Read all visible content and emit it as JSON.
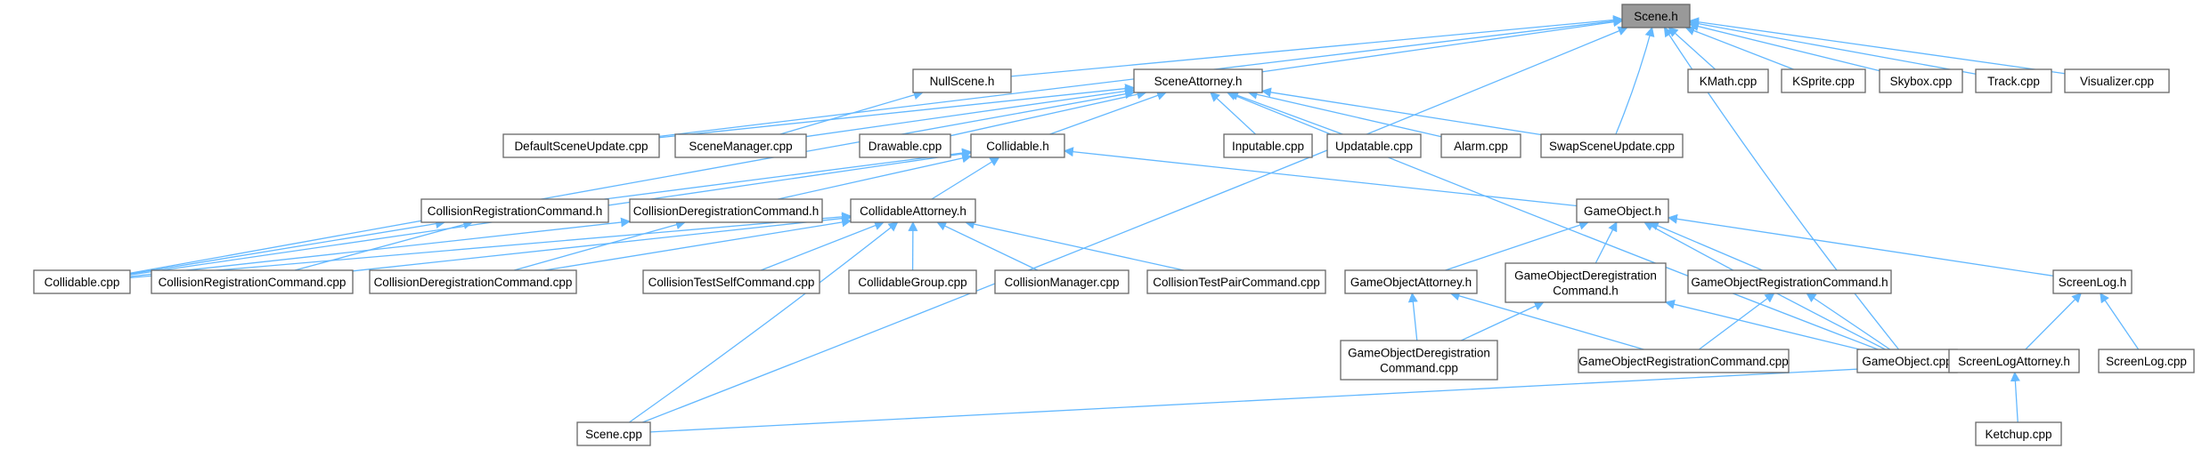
{
  "diagram": {
    "type": "include-dependency-graph",
    "root": "scene_h",
    "colors": {
      "edge": "#63b8ff",
      "node_border": "#666666",
      "root_fill": "#999999",
      "node_fill": "#ffffff"
    },
    "nodes": [
      {
        "id": "scene_h",
        "lines": [
          "Scene.h"
        ]
      },
      {
        "id": "nullscene_h",
        "lines": [
          "NullScene.h"
        ]
      },
      {
        "id": "sceneattorney_h",
        "lines": [
          "SceneAttorney.h"
        ]
      },
      {
        "id": "kmath_cpp",
        "lines": [
          "KMath.cpp"
        ]
      },
      {
        "id": "ksprite_cpp",
        "lines": [
          "KSprite.cpp"
        ]
      },
      {
        "id": "skybox_cpp",
        "lines": [
          "Skybox.cpp"
        ]
      },
      {
        "id": "track_cpp",
        "lines": [
          "Track.cpp"
        ]
      },
      {
        "id": "visualizer_cpp",
        "lines": [
          "Visualizer.cpp"
        ]
      },
      {
        "id": "defaultsceneupdate_cpp",
        "lines": [
          "DefaultSceneUpdate.cpp"
        ]
      },
      {
        "id": "scenemanager_cpp",
        "lines": [
          "SceneManager.cpp"
        ]
      },
      {
        "id": "drawable_cpp",
        "lines": [
          "Drawable.cpp"
        ]
      },
      {
        "id": "collidable_h",
        "lines": [
          "Collidable.h"
        ]
      },
      {
        "id": "inputable_cpp",
        "lines": [
          "Inputable.cpp"
        ]
      },
      {
        "id": "updatable_cpp",
        "lines": [
          "Updatable.cpp"
        ]
      },
      {
        "id": "alarm_cpp",
        "lines": [
          "Alarm.cpp"
        ]
      },
      {
        "id": "swapsceneupdate_cpp",
        "lines": [
          "SwapSceneUpdate.cpp"
        ]
      },
      {
        "id": "collisionregistrationcommand_h",
        "lines": [
          "CollisionRegistrationCommand.h"
        ]
      },
      {
        "id": "collisionderegistrationcommand_h",
        "lines": [
          "CollisionDeregistrationCommand.h"
        ]
      },
      {
        "id": "collidableattorney_h",
        "lines": [
          "CollidableAttorney.h"
        ]
      },
      {
        "id": "gameobject_h",
        "lines": [
          "GameObject.h"
        ]
      },
      {
        "id": "collidable_cpp",
        "lines": [
          "Collidable.cpp"
        ]
      },
      {
        "id": "collisionregistrationcommand_cpp",
        "lines": [
          "CollisionRegistrationCommand.cpp"
        ]
      },
      {
        "id": "collisionderegistrationcommand_cpp",
        "lines": [
          "CollisionDeregistrationCommand.cpp"
        ]
      },
      {
        "id": "collisiontestselfcommand_cpp",
        "lines": [
          "CollisionTestSelfCommand.cpp"
        ]
      },
      {
        "id": "collidablegroup_cpp",
        "lines": [
          "CollidableGroup.cpp"
        ]
      },
      {
        "id": "collisionmanager_cpp",
        "lines": [
          "CollisionManager.cpp"
        ]
      },
      {
        "id": "collisiontestpaircommand_cpp",
        "lines": [
          "CollisionTestPairCommand.cpp"
        ]
      },
      {
        "id": "gameobjectattorney_h",
        "lines": [
          "GameObjectAttorney.h"
        ]
      },
      {
        "id": "gameobjectderegistrationcommand_h",
        "lines": [
          "GameObjectDeregistration",
          "Command.h"
        ]
      },
      {
        "id": "gameobjectregistrationcommand_h",
        "lines": [
          "GameObjectRegistrationCommand.h"
        ]
      },
      {
        "id": "screenlog_h",
        "lines": [
          "ScreenLog.h"
        ]
      },
      {
        "id": "gameobjectderegistrationcommand_cpp",
        "lines": [
          "GameObjectDeregistration",
          "Command.cpp"
        ]
      },
      {
        "id": "gameobjectregistrationcommand_cpp",
        "lines": [
          "GameObjectRegistrationCommand.cpp"
        ]
      },
      {
        "id": "gameobject_cpp",
        "lines": [
          "GameObject.cpp"
        ]
      },
      {
        "id": "screenlogattorney_h",
        "lines": [
          "ScreenLogAttorney.h"
        ]
      },
      {
        "id": "screenlog_cpp",
        "lines": [
          "ScreenLog.cpp"
        ]
      },
      {
        "id": "scene_cpp",
        "lines": [
          "Scene.cpp"
        ]
      },
      {
        "id": "ketchup_cpp",
        "lines": [
          "Ketchup.cpp"
        ]
      }
    ],
    "edges": [
      [
        "nullscene_h",
        "scene_h"
      ],
      [
        "sceneattorney_h",
        "scene_h"
      ],
      [
        "kmath_cpp",
        "scene_h"
      ],
      [
        "ksprite_cpp",
        "scene_h"
      ],
      [
        "skybox_cpp",
        "scene_h"
      ],
      [
        "track_cpp",
        "scene_h"
      ],
      [
        "visualizer_cpp",
        "scene_h"
      ],
      [
        "defaultsceneupdate_cpp",
        "scene_h"
      ],
      [
        "swapsceneupdate_cpp",
        "scene_h"
      ],
      [
        "gameobject_cpp",
        "scene_h"
      ],
      [
        "scene_cpp",
        "scene_h"
      ],
      [
        "scenemanager_cpp",
        "nullscene_h"
      ],
      [
        "defaultsceneupdate_cpp",
        "sceneattorney_h"
      ],
      [
        "scenemanager_cpp",
        "sceneattorney_h"
      ],
      [
        "drawable_cpp",
        "sceneattorney_h"
      ],
      [
        "collidable_h",
        "sceneattorney_h"
      ],
      [
        "inputable_cpp",
        "sceneattorney_h"
      ],
      [
        "updatable_cpp",
        "sceneattorney_h"
      ],
      [
        "alarm_cpp",
        "sceneattorney_h"
      ],
      [
        "swapsceneupdate_cpp",
        "sceneattorney_h"
      ],
      [
        "collidable_cpp",
        "sceneattorney_h"
      ],
      [
        "gameobject_cpp",
        "sceneattorney_h"
      ],
      [
        "collisionregistrationcommand_h",
        "collidable_h"
      ],
      [
        "collisionderegistrationcommand_h",
        "collidable_h"
      ],
      [
        "collidableattorney_h",
        "collidable_h"
      ],
      [
        "gameobject_h",
        "collidable_h"
      ],
      [
        "collidable_cpp",
        "collidable_h"
      ],
      [
        "collidable_cpp",
        "collisionregistrationcommand_h"
      ],
      [
        "collisionregistrationcommand_cpp",
        "collisionregistrationcommand_h"
      ],
      [
        "collidable_cpp",
        "collisionderegistrationcommand_h"
      ],
      [
        "collisionderegistrationcommand_cpp",
        "collisionderegistrationcommand_h"
      ],
      [
        "collidable_cpp",
        "collidableattorney_h"
      ],
      [
        "collisionregistrationcommand_cpp",
        "collidableattorney_h"
      ],
      [
        "collisionderegistrationcommand_cpp",
        "collidableattorney_h"
      ],
      [
        "collisiontestselfcommand_cpp",
        "collidableattorney_h"
      ],
      [
        "collidablegroup_cpp",
        "collidableattorney_h"
      ],
      [
        "collisionmanager_cpp",
        "collidableattorney_h"
      ],
      [
        "collisiontestpaircommand_cpp",
        "collidableattorney_h"
      ],
      [
        "scene_cpp",
        "collidableattorney_h"
      ],
      [
        "gameobjectattorney_h",
        "gameobject_h"
      ],
      [
        "gameobjectderegistrationcommand_h",
        "gameobject_h"
      ],
      [
        "gameobjectregistrationcommand_h",
        "gameobject_h"
      ],
      [
        "screenlog_h",
        "gameobject_h"
      ],
      [
        "gameobject_cpp",
        "gameobject_h"
      ],
      [
        "gameobjectderegistrationcommand_cpp",
        "gameobjectattorney_h"
      ],
      [
        "gameobjectregistrationcommand_cpp",
        "gameobjectattorney_h"
      ],
      [
        "gameobjectderegistrationcommand_cpp",
        "gameobjectderegistrationcommand_h"
      ],
      [
        "gameobject_cpp",
        "gameobjectderegistrationcommand_h"
      ],
      [
        "gameobjectregistrationcommand_cpp",
        "gameobjectregistrationcommand_h"
      ],
      [
        "gameobject_cpp",
        "gameobjectregistrationcommand_h"
      ],
      [
        "screenlogattorney_h",
        "screenlog_h"
      ],
      [
        "screenlog_cpp",
        "screenlog_h"
      ],
      [
        "scene_cpp",
        "screenlogattorney_h"
      ],
      [
        "ketchup_cpp",
        "screenlogattorney_h"
      ]
    ]
  }
}
